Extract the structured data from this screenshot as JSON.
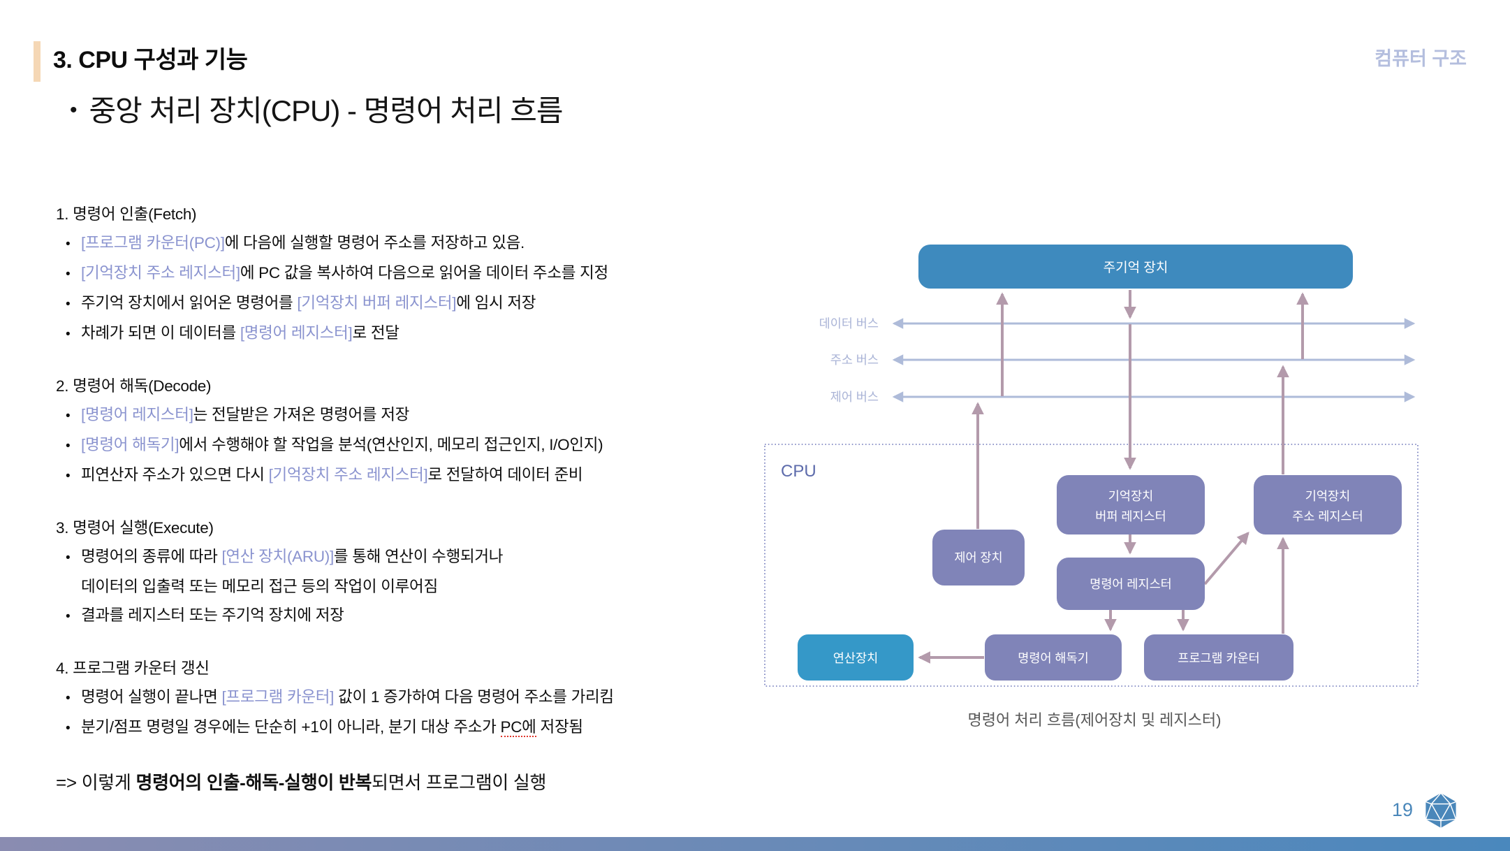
{
  "header": {
    "title": "3. CPU 구성과 기능",
    "course": "컴퓨터 구조"
  },
  "page_title": {
    "marker": "•",
    "text": "중앙 처리 장치(CPU) - 명령어 처리 흐름"
  },
  "content": {
    "bullet_marker": "•",
    "sections": [
      {
        "heading": "1. 명령어 인출(Fetch)",
        "bullets": [
          {
            "runs": [
              {
                "t": "[프로그램 카운터(PC)]",
                "hl": true
              },
              {
                "t": "에 다음에 실행할 명령어 주소를 저장하고 있음."
              }
            ]
          },
          {
            "runs": [
              {
                "t": "[기억장치 주소 레지스터]",
                "hl": true
              },
              {
                "t": "에 PC 값을 복사하여 다음으로 읽어올 데이터 주소를 지정"
              }
            ]
          },
          {
            "runs": [
              {
                "t": "주기억 장치에서 읽어온 명령어를 "
              },
              {
                "t": "[기억장치 버퍼 레지스터]",
                "hl": true
              },
              {
                "t": "에 임시 저장"
              }
            ]
          },
          {
            "runs": [
              {
                "t": "차례가 되면 이 데이터를 "
              },
              {
                "t": "[명령어 레지스터]",
                "hl": true
              },
              {
                "t": "로 전달"
              }
            ]
          }
        ]
      },
      {
        "heading": "2. 명령어 해독(Decode)",
        "bullets": [
          {
            "runs": [
              {
                "t": "[명령어 레지스터]",
                "hl": true
              },
              {
                "t": "는 전달받은 가져온 명령어를 저장"
              }
            ]
          },
          {
            "runs": [
              {
                "t": "[명령어 해독기]",
                "hl": true
              },
              {
                "t": "에서 수행해야 할 작업을 분석(연산인지, 메모리 접근인지, I/O인지)"
              }
            ]
          },
          {
            "runs": [
              {
                "t": "피연산자 주소가 있으면 다시 "
              },
              {
                "t": "[기억장치 주소 레지스터]",
                "hl": true
              },
              {
                "t": "로 전달하여 데이터 준비"
              }
            ]
          }
        ]
      },
      {
        "heading": "3. 명령어 실행(Execute)",
        "bullets": [
          {
            "runs": [
              {
                "t": "명령어의 종류에 따라 "
              },
              {
                "t": "[연산 장치(ARU)]",
                "hl": true
              },
              {
                "t": "를 통해 연산이 수행되거나"
              }
            ]
          },
          {
            "no_marker": true,
            "runs": [
              {
                "t": "데이터의 입출력 또는 메모리 접근 등의 작업이 이루어짐"
              }
            ]
          },
          {
            "runs": [
              {
                "t": "결과를 레지스터 또는 주기억 장치에 저장"
              }
            ]
          }
        ]
      },
      {
        "heading": "4. 프로그램 카운터 갱신",
        "bullets": [
          {
            "runs": [
              {
                "t": "명령어 실행이 끝나면 "
              },
              {
                "t": "[프로그램 카운터]",
                "hl": true
              },
              {
                "t": " 값이 1 증가하여 다음 명령어 주소를 가리킴"
              }
            ]
          },
          {
            "runs": [
              {
                "t": "분기/점프 명령일 경우에는 단순히 +1이 아니라, 분기 대상 주소가 "
              },
              {
                "t": "PC에",
                "sp": true
              },
              {
                "t": " 저장됨"
              }
            ]
          }
        ]
      }
    ],
    "conclusion": {
      "runs": [
        {
          "t": "=> 이렇게 "
        },
        {
          "t": "명령어의 인출-해독-실행이 반복",
          "b": true
        },
        {
          "t": "되면서 프로그램이 실행"
        }
      ]
    }
  },
  "diagram": {
    "main_memory": "주기억 장치",
    "buses": [
      "데이터 버스",
      "주소 버스",
      "제어 버스"
    ],
    "cpu_label": "CPU",
    "boxes": {
      "mem_buffer_reg_l1": "기억장치",
      "mem_buffer_reg_l2": "버퍼 레지스터",
      "mem_addr_reg_l1": "기억장치",
      "mem_addr_reg_l2": "주소 레지스터",
      "control_unit": "제어 장치",
      "instr_reg": "명령어 레지스터",
      "instr_decoder": "명령어 해독기",
      "program_counter": "프로그램 카운터",
      "alu": "연산장치"
    },
    "caption": "명령어 처리 흐름(제어장치 및 레지스터)"
  },
  "footer": {
    "page_number": "19",
    "icon": "d20-icon"
  },
  "colors": {
    "accent_bar": "#f5d7b5",
    "course_label": "#b4bede",
    "highlight": "#8a93cf",
    "main_memory": "#3e8abe",
    "alu": "#3598c8",
    "register": "#8084b8",
    "arrow": "#b39aab",
    "bus": "#aebbd9",
    "bus_label": "#a9b3d6",
    "cpu_border": "#6b74b8",
    "cpu_label": "#5d6bab",
    "caption": "#575757",
    "page_number": "#4a87ba",
    "footer_bar_left": "#8a8cb1",
    "footer_bar_right": "#4a88bd",
    "spellcheck": "#e0352b"
  }
}
